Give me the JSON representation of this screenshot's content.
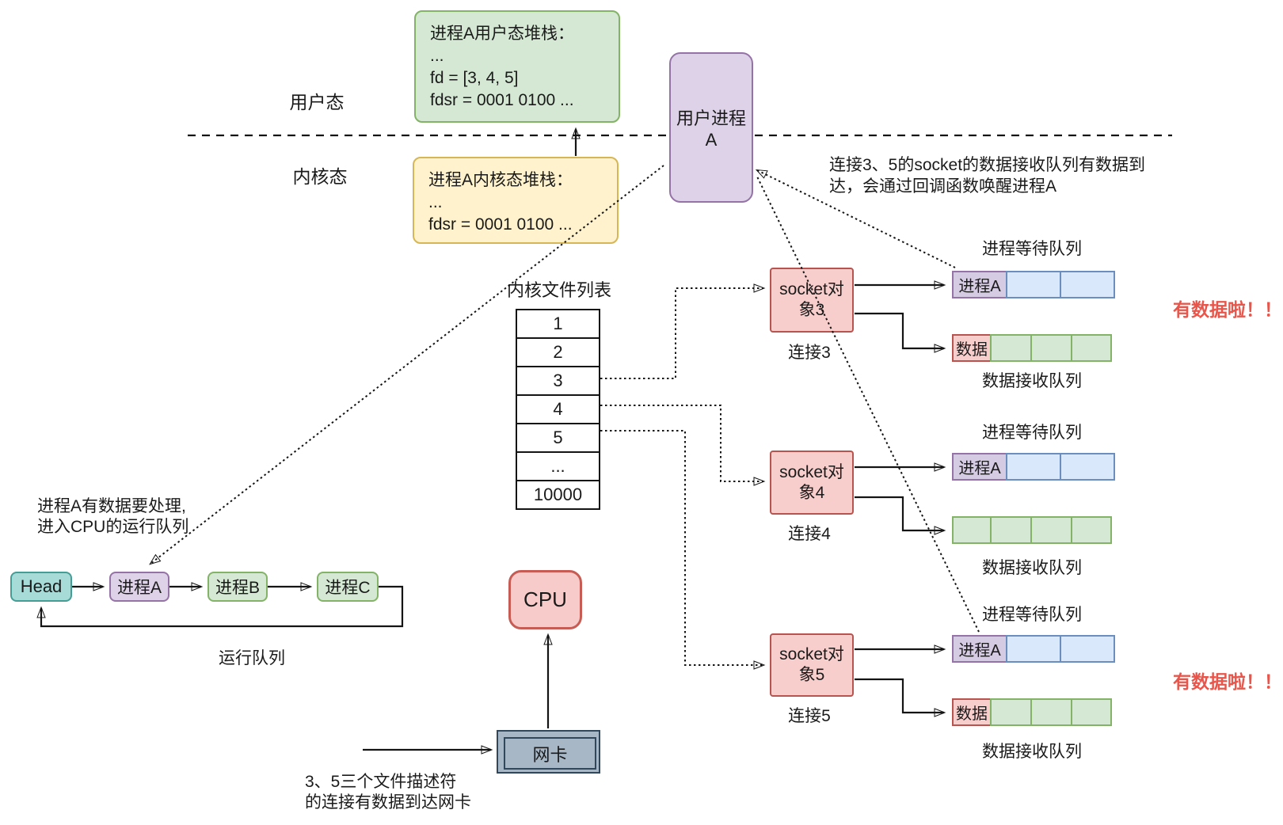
{
  "modes": {
    "user": "用户态",
    "kernel": "内核态"
  },
  "user_stack": {
    "title": "进程A用户态堆栈：",
    "l1": "...",
    "l2": "fd = [3, 4, 5]",
    "l3": "fdsr = 0001 0100 ..."
  },
  "kernel_stack": {
    "title": "进程A内核态堆栈：",
    "l1": "...",
    "l2": "fdsr = 0001 0100 ..."
  },
  "user_process": {
    "label": "用户进程A"
  },
  "callback_note": {
    "l1": "连接3、5的socket的数据接收队列有数据到",
    "l2": "达，会通过回调函数唤醒进程A"
  },
  "file_table": {
    "title": "内核文件列表",
    "rows": [
      "1",
      "2",
      "3",
      "4",
      "5",
      "...",
      "10000"
    ]
  },
  "sockets": [
    {
      "box_l1": "socket对",
      "box_l2": "象3",
      "conn": "连接3",
      "wait_label": "进程等待队列",
      "wait_head": "进程A",
      "data_label": "数据接收队列",
      "data_head": "数据",
      "alert": "有数据啦！！"
    },
    {
      "box_l1": "socket对",
      "box_l2": "象4",
      "conn": "连接4",
      "wait_label": "进程等待队列",
      "wait_head": "进程A",
      "data_label": "数据接收队列"
    },
    {
      "box_l1": "socket对",
      "box_l2": "象5",
      "conn": "连接5",
      "wait_label": "进程等待队列",
      "wait_head": "进程A",
      "data_label": "数据接收队列",
      "data_head": "数据",
      "alert": "有数据啦！！"
    }
  ],
  "run_queue": {
    "note_l1": "进程A有数据要处理,",
    "note_l2": "进入CPU的运行队列",
    "items": [
      "Head",
      "进程A",
      "进程B",
      "进程C"
    ],
    "label": "运行队列"
  },
  "cpu": {
    "label": "CPU"
  },
  "nic": {
    "label": "网卡",
    "note_l1": "3、5三个文件描述符",
    "note_l2": "的连接有数据到达网卡"
  },
  "colors": {
    "alert_red": "#e8564b",
    "green_fill": "#d5e8d4",
    "green_border": "#82b366",
    "yellow_fill": "#fff2cc",
    "yellow_border": "#d6b656",
    "purple_fill": "#ddd2e8",
    "purple_border": "#9673a6",
    "salmon_fill": "#f8cecc",
    "salmon_border": "#b85450",
    "blue_fill": "#dae8fc",
    "blue_border": "#6c8ebf",
    "teal_fill": "#a7dbd8",
    "teal_border": "#459e96",
    "nic_fill": "#a8b7c6",
    "nic_border": "#31485c"
  }
}
